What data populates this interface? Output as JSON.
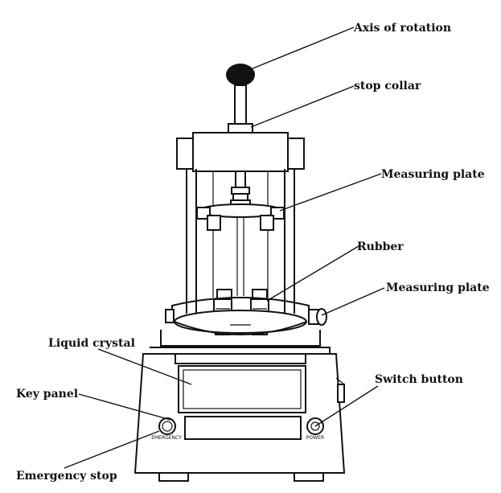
{
  "labels": {
    "axis_of_rotation": "Axis of rotation",
    "stop_collar": "stop collar",
    "measuring_plate_upper": "Measuring plate",
    "rubber": "Rubber",
    "measuring_plate_lower": "Measuring plate",
    "liquid_crystal": "Liquid crystal",
    "switch_button": "Switch button",
    "key_panel": "Key panel",
    "emergency_stop": "Emergency stop"
  },
  "panel": {
    "emergency_label": "EMERGENCY",
    "power_label": "POWER"
  },
  "colors": {
    "line": "#111111",
    "knob": "#111111",
    "background": "#ffffff"
  }
}
